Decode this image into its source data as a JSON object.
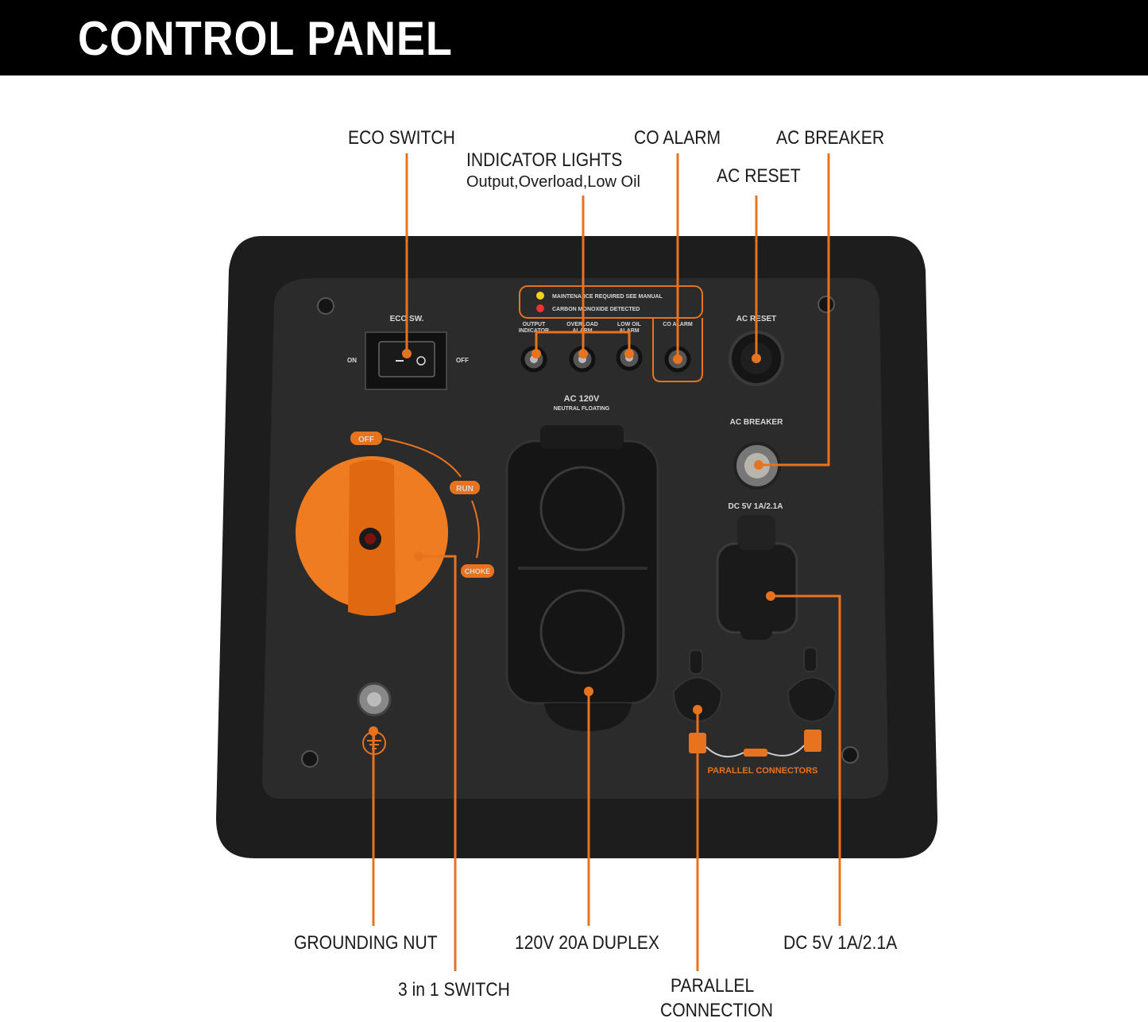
{
  "header": {
    "title": "CONTROL PANEL"
  },
  "callouts": {
    "eco_switch": "ECO SWITCH",
    "indicator_lights": "INDICATOR LIGHTS",
    "indicator_lights_sub": "Output,Overload,Low Oil",
    "co_alarm": "CO ALARM",
    "ac_breaker": "AC BREAKER",
    "ac_reset": "AC RESET",
    "grounding_nut": "GROUNDING NUT",
    "three_in_one_switch": "3 in 1 SWITCH",
    "duplex": "120V 20A DUPLEX",
    "parallel_line1": "PARALLEL",
    "parallel_line2": "CONNECTION",
    "dc": "DC 5V 1A/2.1A"
  },
  "panel": {
    "eco_sw": "ECO SW.",
    "on": "ON",
    "off_small": "OFF",
    "maintenance": "MAINTENANCE REQUIRED SEE MANUAL",
    "carbon": "CARBON MONOXIDE DETECTED",
    "output_indicator_1": "OUTPUT",
    "output_indicator_2": "INDICATOR",
    "overload_1": "OVERLOAD",
    "overload_2": "ALARM",
    "low_oil_1": "LOW OIL",
    "low_oil_2": "ALARM",
    "co_alarm": "CO ALARM",
    "ac_reset": "AC RESET",
    "ac120": "AC 120V",
    "neutral": "NEUTRAL FLOATING",
    "ac_breaker": "AC BREAKER",
    "dc_label": "DC 5V 1A/2.1A",
    "knob_off": "OFF",
    "knob_run": "RUN",
    "knob_choke": "CHOKE",
    "parallel_connectors": "PARALLEL CONNECTORS"
  },
  "colors": {
    "accent": "#e8731f",
    "panel": "#2a2a2a",
    "bezel": "#1c1c1c",
    "header": "#000000"
  }
}
